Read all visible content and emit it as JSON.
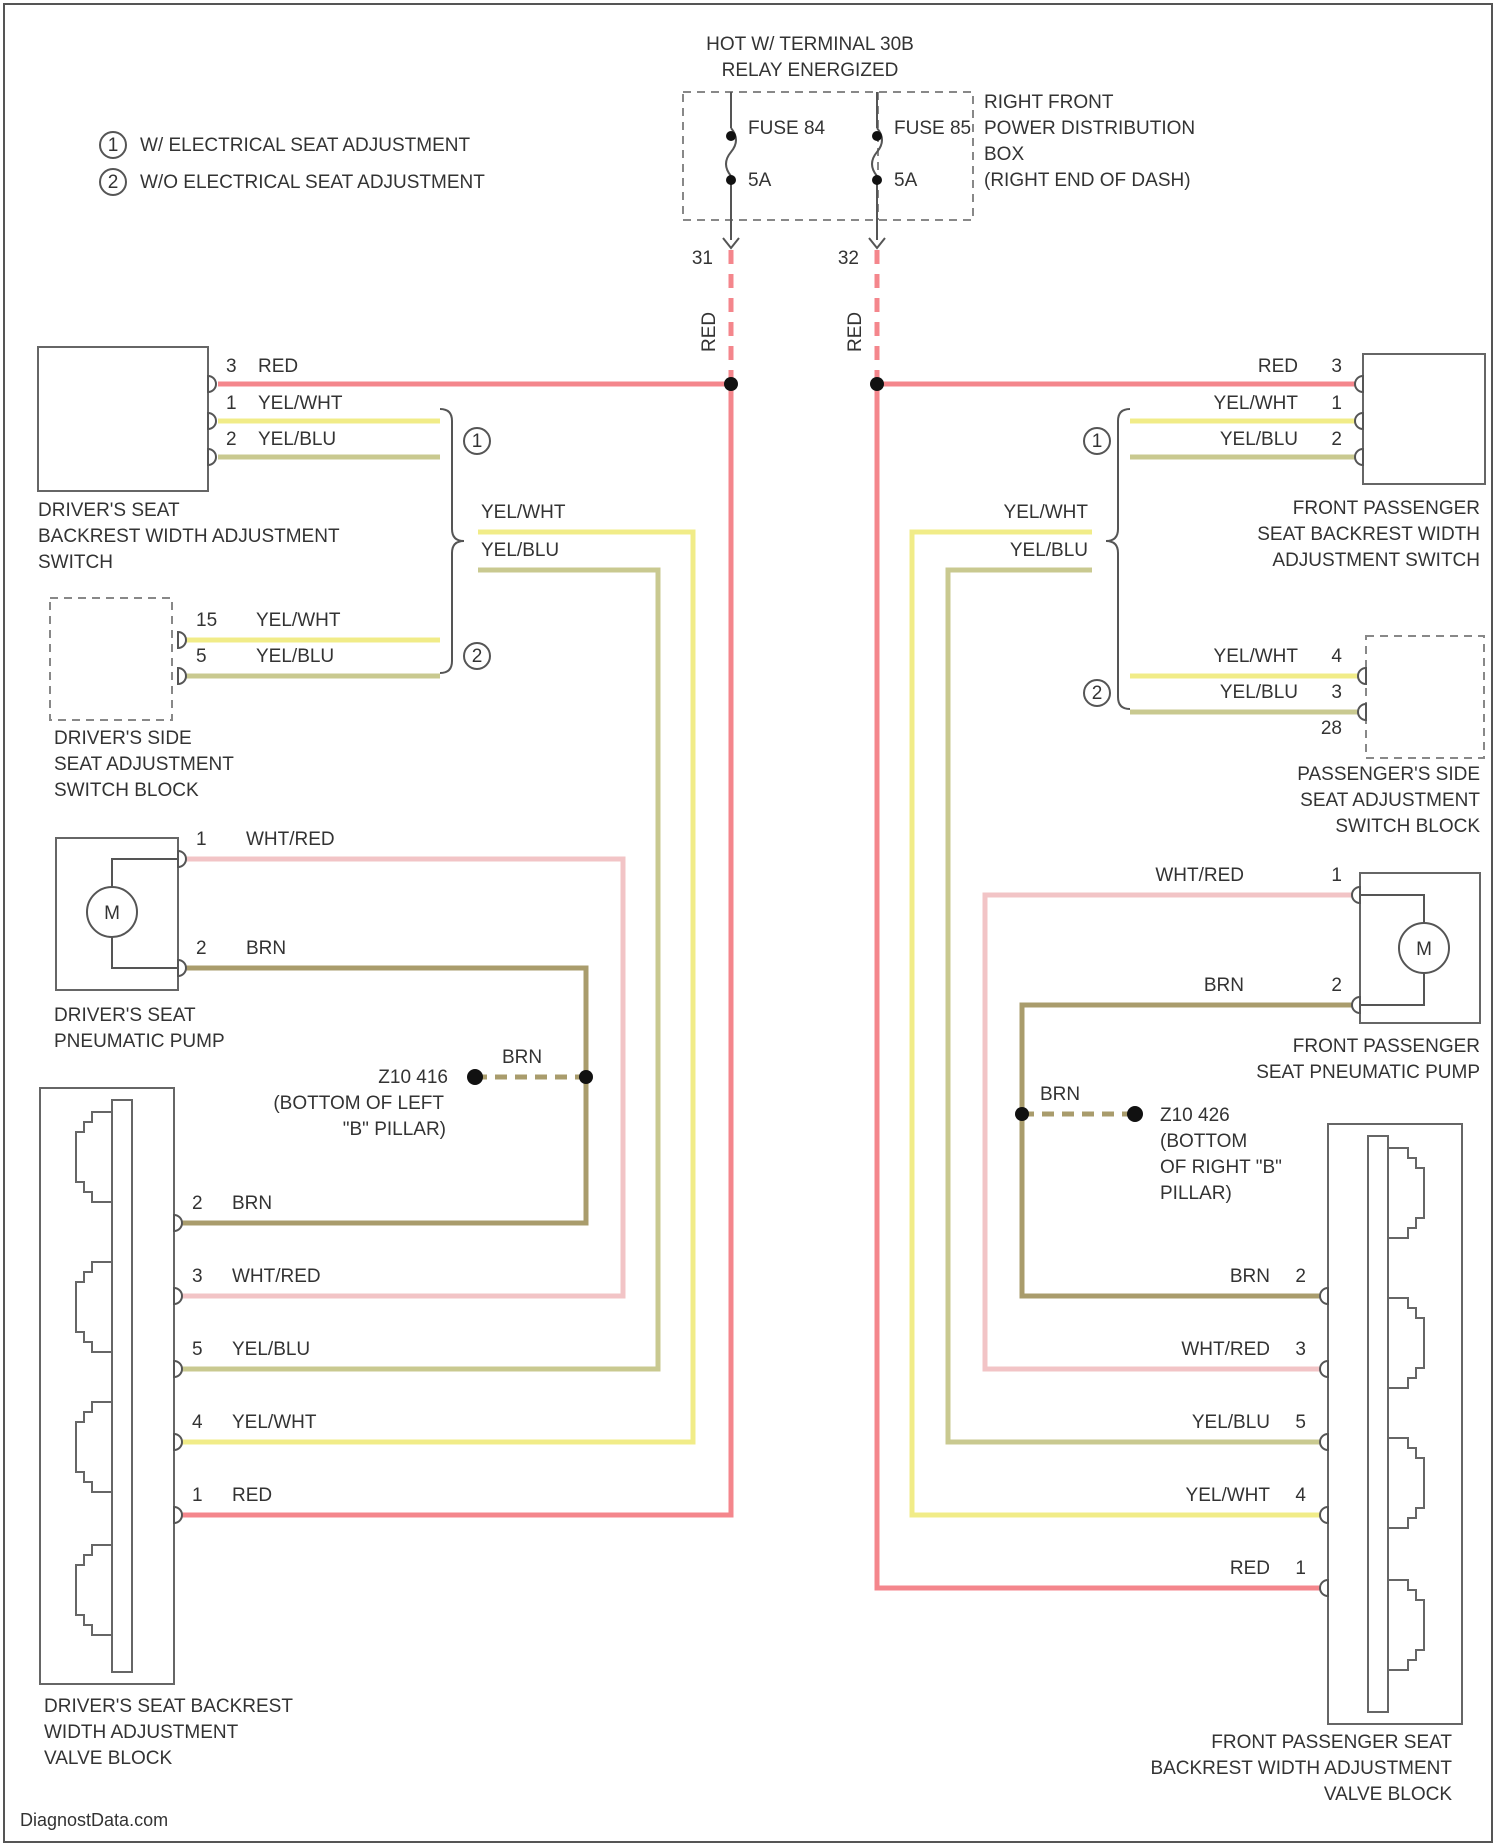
{
  "header": {
    "line1": "HOT W/ TERMINAL 30B",
    "line2": "RELAY ENERGIZED"
  },
  "fuse_box": {
    "fuse_left_name": "FUSE 84",
    "fuse_left_rating": "5A",
    "fuse_right_name": "FUSE 85",
    "fuse_right_rating": "5A",
    "caption": [
      "RIGHT FRONT",
      "POWER DISTRIBUTION",
      "BOX",
      "(RIGHT END OF DASH)"
    ],
    "pin_left": "31",
    "pin_right": "32",
    "wire_left": "RED",
    "wire_right": "RED"
  },
  "legend": [
    {
      "symbol": "1",
      "text": "W/ ELECTRICAL SEAT ADJUSTMENT"
    },
    {
      "symbol": "2",
      "text": "W/O ELECTRICAL SEAT ADJUSTMENT"
    }
  ],
  "colors": {
    "red": "#f4868c",
    "yellow": "#f1ec88",
    "yel_blu": "#c9c990",
    "wht_red": "#f2c4c6",
    "brn": "#a99c6c"
  },
  "left": {
    "backrest_switch": {
      "caption": [
        "DRIVER'S SEAT",
        "BACKREST WIDTH ADJUSTMENT",
        "SWITCH"
      ],
      "pins": [
        {
          "pin": "3",
          "wire": "RED"
        },
        {
          "pin": "1",
          "wire": "YEL/WHT"
        },
        {
          "pin": "2",
          "wire": "YEL/BLU"
        }
      ]
    },
    "side_switch": {
      "caption": [
        "DRIVER'S SIDE",
        "SEAT ADJUSTMENT",
        "SWITCH BLOCK"
      ],
      "pins": [
        {
          "pin": "15",
          "wire": "YEL/WHT"
        },
        {
          "pin": "5",
          "wire": "YEL/BLU"
        }
      ]
    },
    "merge_labels": [
      "YEL/WHT",
      "YEL/BLU"
    ],
    "brace_top_symbol": "1",
    "brace_bottom_symbol": "2",
    "pump": {
      "caption": [
        "DRIVER'S SEAT",
        "PNEUMATIC PUMP"
      ],
      "motor": "M",
      "pins": [
        {
          "pin": "1",
          "wire": "WHT/RED"
        },
        {
          "pin": "2",
          "wire": "BRN"
        }
      ]
    },
    "ground": {
      "id": "Z10 416",
      "desc": [
        "(BOTTOM OF LEFT",
        "\"B\" PILLAR)"
      ],
      "wire": "BRN"
    },
    "valve_block": {
      "caption": [
        "DRIVER'S SEAT BACKREST",
        "WIDTH ADJUSTMENT",
        "VALVE BLOCK"
      ],
      "pins": [
        {
          "pin": "2",
          "wire": "BRN"
        },
        {
          "pin": "3",
          "wire": "WHT/RED"
        },
        {
          "pin": "5",
          "wire": "YEL/BLU"
        },
        {
          "pin": "4",
          "wire": "YEL/WHT"
        },
        {
          "pin": "1",
          "wire": "RED"
        }
      ]
    }
  },
  "right": {
    "backrest_switch": {
      "caption": [
        "FRONT PASSENGER",
        "SEAT BACKREST WIDTH",
        "ADJUSTMENT SWITCH"
      ],
      "pins": [
        {
          "pin": "3",
          "wire": "RED"
        },
        {
          "pin": "1",
          "wire": "YEL/WHT"
        },
        {
          "pin": "2",
          "wire": "YEL/BLU"
        }
      ]
    },
    "side_switch": {
      "caption": [
        "PASSENGER'S SIDE",
        "SEAT ADJUSTMENT",
        "SWITCH BLOCK"
      ],
      "pins": [
        {
          "pin": "4",
          "wire": "YEL/WHT"
        },
        {
          "pin": "3",
          "wire": "YEL/BLU"
        }
      ],
      "connector": "28"
    },
    "merge_labels": [
      "YEL/WHT",
      "YEL/BLU"
    ],
    "brace_top_symbol": "1",
    "brace_bottom_symbol": "2",
    "pump": {
      "caption": [
        "FRONT PASSENGER",
        "SEAT PNEUMATIC PUMP"
      ],
      "motor": "M",
      "pins": [
        {
          "pin": "1",
          "wire": "WHT/RED"
        },
        {
          "pin": "2",
          "wire": "BRN"
        }
      ]
    },
    "ground": {
      "id": "Z10 426",
      "desc": [
        "(BOTTOM",
        "OF RIGHT \"B\"",
        "PILLAR)"
      ],
      "wire": "BRN"
    },
    "valve_block": {
      "caption": [
        "FRONT PASSENGER SEAT",
        "BACKREST WIDTH ADJUSTMENT",
        "VALVE BLOCK"
      ],
      "pins": [
        {
          "pin": "2",
          "wire": "BRN"
        },
        {
          "pin": "3",
          "wire": "WHT/RED"
        },
        {
          "pin": "5",
          "wire": "YEL/BLU"
        },
        {
          "pin": "4",
          "wire": "YEL/WHT"
        },
        {
          "pin": "1",
          "wire": "RED"
        }
      ]
    }
  },
  "footer": {
    "watermark": "DiagnostData.com"
  }
}
